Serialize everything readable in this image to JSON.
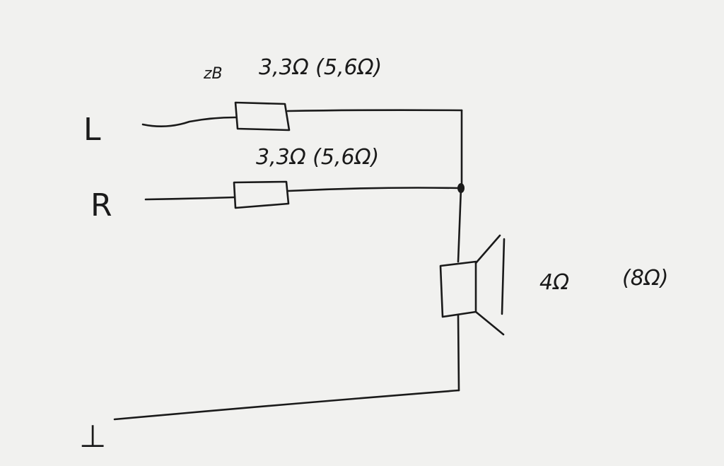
{
  "labels": {
    "left_input": "L",
    "right_input": "R",
    "ground": "⊥",
    "zb": "zB",
    "r1_value": "3,3Ω (5,6Ω)",
    "r2_value": "3,3Ω (5,6Ω)",
    "speaker_value": "4Ω",
    "speaker_alt_value": "(8Ω)"
  },
  "colors": {
    "paper": "#f1f1ef",
    "ink": "#1a1a1a"
  }
}
